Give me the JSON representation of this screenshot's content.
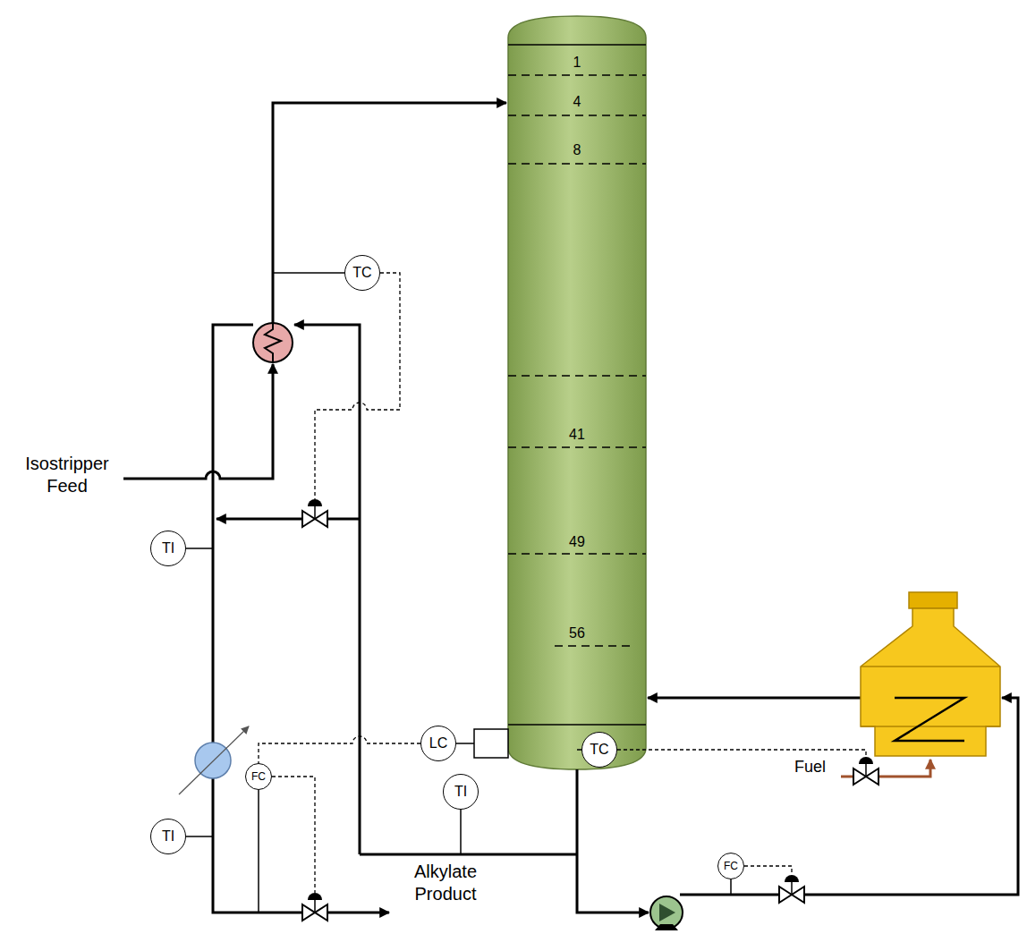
{
  "diagram": {
    "nodes": [
      {
        "text": [
          "TC"
        ]
      },
      {
        "text": [
          "TI"
        ]
      },
      {
        "text": [
          "LC"
        ]
      },
      {
        "text": [
          "TC"
        ]
      },
      {
        "text": [
          "FC"
        ]
      },
      {
        "text": [
          "TI"
        ]
      },
      {
        "text": [
          "TI"
        ]
      },
      {
        "text": [
          "FC"
        ]
      }
    ],
    "edges": [
      {
        "from": 2,
        "to": 4,
        "arrow": "none"
      }
    ],
    "labels": [
      "1",
      "4",
      "8",
      "41",
      "49",
      "56",
      "Isostripper Feed",
      "Alkylate Product",
      "Fuel"
    ]
  }
}
